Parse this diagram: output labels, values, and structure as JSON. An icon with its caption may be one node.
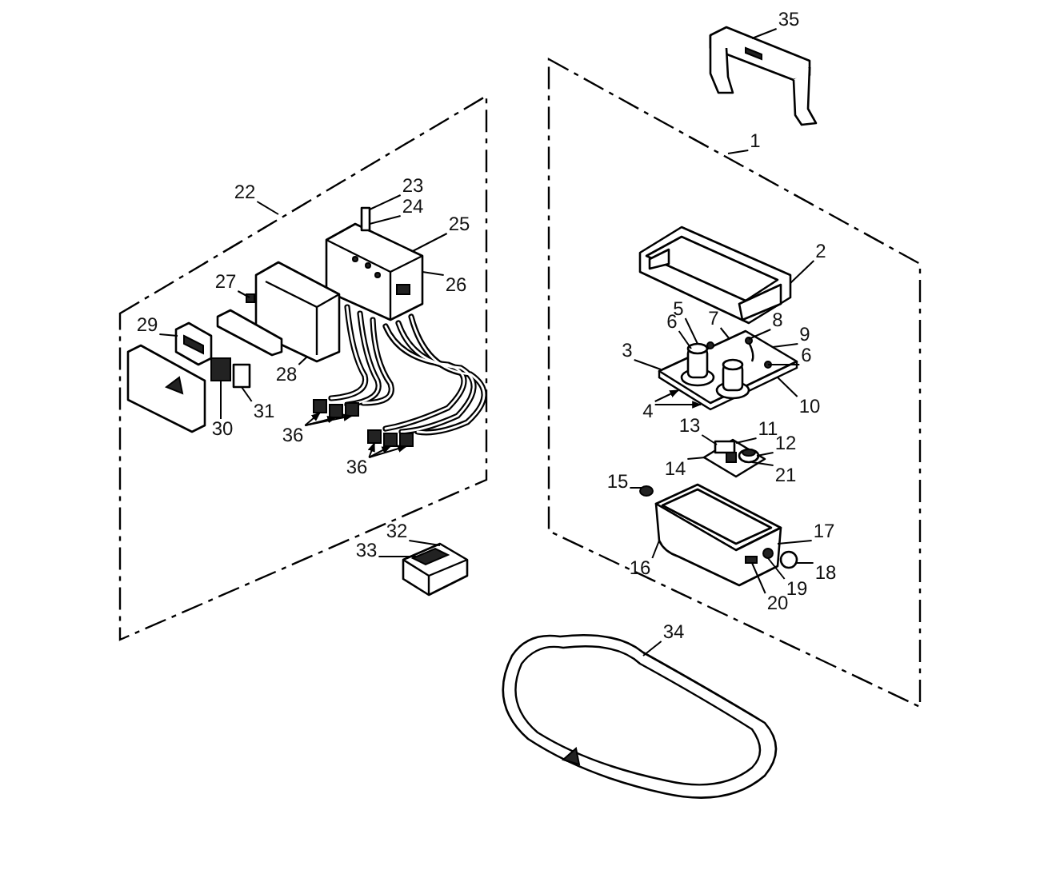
{
  "diagram": {
    "nodes": [
      {
        "text": [
          "35"
        ]
      },
      {
        "text": [
          "1"
        ]
      },
      {
        "text": [
          "22"
        ]
      },
      {
        "text": [
          "23"
        ]
      },
      {
        "text": [
          "24"
        ]
      },
      {
        "text": [
          "25"
        ]
      },
      {
        "text": [
          "2"
        ]
      },
      {
        "text": [
          "27"
        ]
      },
      {
        "text": [
          "26"
        ]
      },
      {
        "text": [
          "29"
        ]
      },
      {
        "text": [
          "5"
        ]
      },
      {
        "text": [
          "7"
        ]
      },
      {
        "text": [
          "8"
        ]
      },
      {
        "text": [
          "6"
        ]
      },
      {
        "text": [
          "9"
        ]
      },
      {
        "text": [
          "3"
        ]
      },
      {
        "text": [
          "6"
        ]
      },
      {
        "text": [
          "28"
        ]
      },
      {
        "text": [
          "4"
        ]
      },
      {
        "text": [
          "10"
        ]
      },
      {
        "text": [
          "31"
        ]
      },
      {
        "text": [
          "30"
        ]
      },
      {
        "text": [
          "13"
        ]
      },
      {
        "text": [
          "11"
        ]
      },
      {
        "text": [
          "36"
        ]
      },
      {
        "text": [
          "12"
        ]
      },
      {
        "text": [
          "36"
        ]
      },
      {
        "text": [
          "14"
        ]
      },
      {
        "text": [
          "15"
        ]
      },
      {
        "text": [
          "21"
        ]
      },
      {
        "text": [
          "17"
        ]
      },
      {
        "text": [
          "16"
        ]
      },
      {
        "text": [
          "18"
        ]
      },
      {
        "text": [
          "19"
        ]
      },
      {
        "text": [
          "20"
        ]
      },
      {
        "text": [
          "32"
        ]
      },
      {
        "text": [
          "33"
        ]
      },
      {
        "text": [
          "34"
        ]
      },
      {
        "text": [],
        "shape": "picture"
      },
      {
        "text": [],
        "shape": "picture"
      },
      {
        "text": [],
        "shape": "picture"
      },
      {
        "text": [],
        "shape": "picture"
      },
      {
        "text": [],
        "shape": "circle"
      },
      {
        "text": [],
        "shape": "picture"
      },
      {
        "text": [],
        "shape": "picture"
      },
      {
        "text": [],
        "shape": "picture"
      },
      {
        "text": [],
        "shape": "box"
      },
      {
        "text": [],
        "shape": "picture"
      },
      {
        "text": [],
        "shape": "picture"
      },
      {
        "text": [],
        "shape": "picture"
      },
      {
        "text": [],
        "shape": "box"
      },
      {
        "text": [],
        "shape": "box"
      },
      {
        "text": [],
        "shape": "box"
      },
      {
        "text": [],
        "shape": "box"
      },
      {
        "text": [],
        "shape": "box"
      },
      {
        "text": [],
        "shape": "box"
      },
      {
        "text": [],
        "shape": "box"
      },
      {
        "text": [],
        "shape": "box"
      },
      {
        "text": [],
        "shape": "picture"
      }
    ],
    "edges": [
      {
        "from": 0,
        "to": 38,
        "arrow": "none"
      },
      {
        "from": 1,
        "to": null,
        "arrow": "none"
      },
      {
        "from": 2,
        "to": null,
        "arrow": "none"
      },
      {
        "from": 3,
        "to": 46,
        "arrow": "none"
      },
      {
        "from": 4,
        "to": 46,
        "arrow": "none"
      },
      {
        "from": 5,
        "to": 47,
        "arrow": "none"
      },
      {
        "from": 6,
        "to": 39,
        "arrow": "none"
      },
      {
        "from": 7,
        "to": 48,
        "arrow": "none"
      },
      {
        "from": 8,
        "to": 47,
        "arrow": "none"
      },
      {
        "from": 9,
        "to": 49,
        "arrow": "none"
      },
      {
        "from": 10,
        "to": 40,
        "arrow": "none"
      },
      {
        "from": 11,
        "to": 40,
        "arrow": "none"
      },
      {
        "from": 12,
        "to": 40,
        "arrow": "none"
      },
      {
        "from": 13,
        "to": 40,
        "arrow": "none"
      },
      {
        "from": 14,
        "to": 40,
        "arrow": "none"
      },
      {
        "from": 15,
        "to": 40,
        "arrow": "none"
      },
      {
        "from": 16,
        "to": 40,
        "arrow": "none"
      },
      {
        "from": 17,
        "to": 48,
        "arrow": "none"
      },
      {
        "from": 18,
        "to": 40,
        "arrow": "to"
      },
      {
        "from": 18,
        "to": 40,
        "arrow": "to"
      },
      {
        "from": 19,
        "to": 40,
        "arrow": "none"
      },
      {
        "from": 20,
        "to": 51,
        "arrow": "none"
      },
      {
        "from": 21,
        "to": 50,
        "arrow": "none"
      },
      {
        "from": 22,
        "to": 41,
        "arrow": "none"
      },
      {
        "from": 23,
        "to": 41,
        "arrow": "none"
      },
      {
        "from": 24,
        "to": 52,
        "arrow": "to"
      },
      {
        "from": 24,
        "to": 53,
        "arrow": "to"
      },
      {
        "from": 24,
        "to": 54,
        "arrow": "to"
      },
      {
        "from": 25,
        "to": 41,
        "arrow": "none"
      },
      {
        "from": 26,
        "to": 55,
        "arrow": "to"
      },
      {
        "from": 26,
        "to": 56,
        "arrow": "to"
      },
      {
        "from": 26,
        "to": 57,
        "arrow": "to"
      },
      {
        "from": 27,
        "to": 41,
        "arrow": "none"
      },
      {
        "from": 28,
        "to": 42,
        "arrow": "none"
      },
      {
        "from": 29,
        "to": 41,
        "arrow": "none"
      },
      {
        "from": 30,
        "to": 43,
        "arrow": "none"
      },
      {
        "from": 31,
        "to": 43,
        "arrow": "none"
      },
      {
        "from": 32,
        "to": 44,
        "arrow": "none"
      },
      {
        "from": 33,
        "to": 43,
        "arrow": "none"
      },
      {
        "from": 34,
        "to": 43,
        "arrow": "none"
      },
      {
        "from": 35,
        "to": 58,
        "arrow": "none"
      },
      {
        "from": 36,
        "to": 58,
        "arrow": "none"
      },
      {
        "from": 37,
        "to": 45,
        "arrow": "none"
      }
    ]
  }
}
